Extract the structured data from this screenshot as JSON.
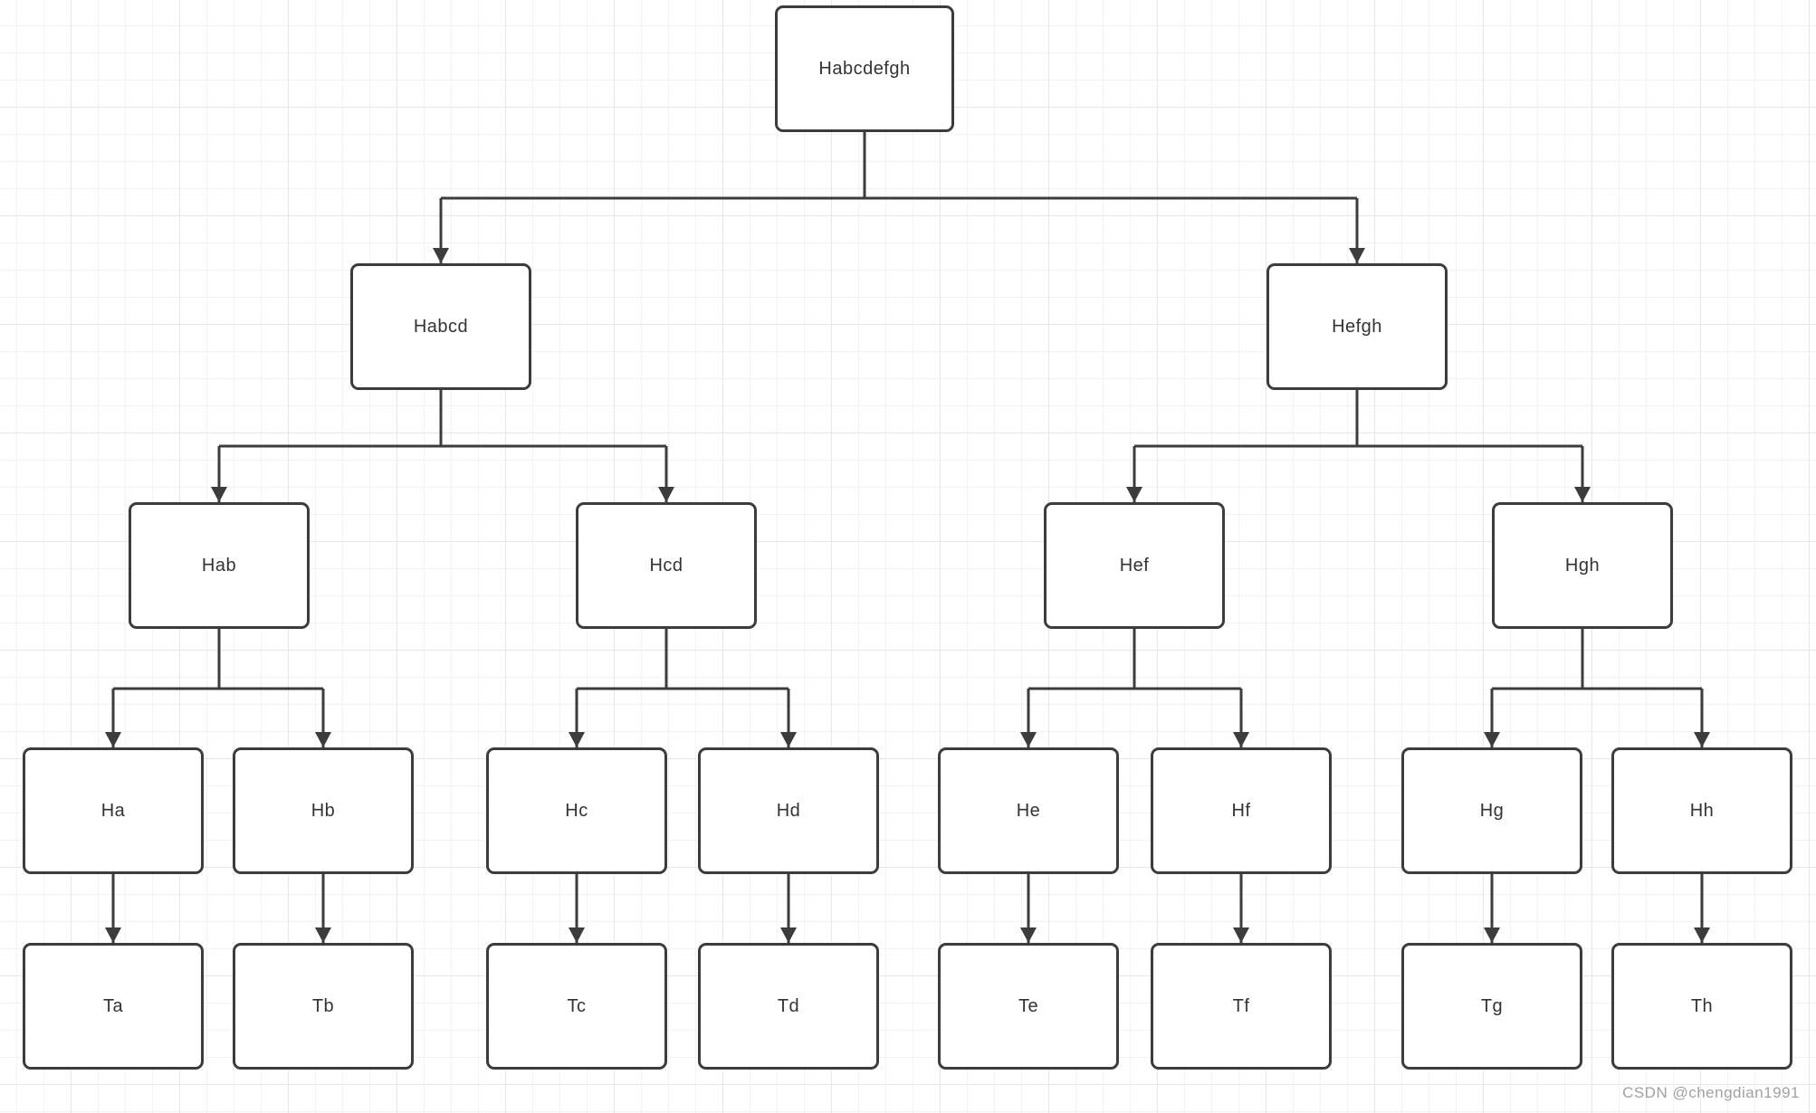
{
  "diagram": {
    "type": "tree",
    "description": "Binary hierarchy diagram: heaps H over ranges splitting down to single elements, each pointing to a T node",
    "nodes": [
      {
        "label": "Habcdefgh"
      },
      {
        "label": "Habcd"
      },
      {
        "label": "Hefgh"
      },
      {
        "label": "Hab"
      },
      {
        "label": "Hcd"
      },
      {
        "label": "Hef"
      },
      {
        "label": "Hgh"
      },
      {
        "label": "Ha"
      },
      {
        "label": "Hb"
      },
      {
        "label": "Hc"
      },
      {
        "label": "Hd"
      },
      {
        "label": "He"
      },
      {
        "label": "Hf"
      },
      {
        "label": "Hg"
      },
      {
        "label": "Hh"
      },
      {
        "label": "Ta"
      },
      {
        "label": "Tb"
      },
      {
        "label": "Tc"
      },
      {
        "label": "Td"
      },
      {
        "label": "Te"
      },
      {
        "label": "Tf"
      },
      {
        "label": "Tg"
      },
      {
        "label": "Th"
      }
    ],
    "edges": [
      [
        0,
        1
      ],
      [
        0,
        2
      ],
      [
        1,
        3
      ],
      [
        1,
        4
      ],
      [
        2,
        5
      ],
      [
        2,
        6
      ],
      [
        3,
        7
      ],
      [
        3,
        8
      ],
      [
        4,
        9
      ],
      [
        4,
        10
      ],
      [
        5,
        11
      ],
      [
        5,
        12
      ],
      [
        6,
        13
      ],
      [
        6,
        14
      ],
      [
        7,
        15
      ],
      [
        8,
        16
      ],
      [
        9,
        17
      ],
      [
        10,
        18
      ],
      [
        11,
        19
      ],
      [
        12,
        20
      ],
      [
        13,
        21
      ],
      [
        14,
        22
      ]
    ]
  },
  "watermark": {
    "text": "CSDN @chengdian1991"
  },
  "colors": {
    "node_fill": "#ffffff",
    "node_border": "#3c3c3c",
    "edge": "#3c3c3c",
    "text": "#333333",
    "grid_minor": "#f3f3f3",
    "grid_major": "#e6e6e6",
    "watermark": "#a1a1a1",
    "background": "#ffffff"
  }
}
